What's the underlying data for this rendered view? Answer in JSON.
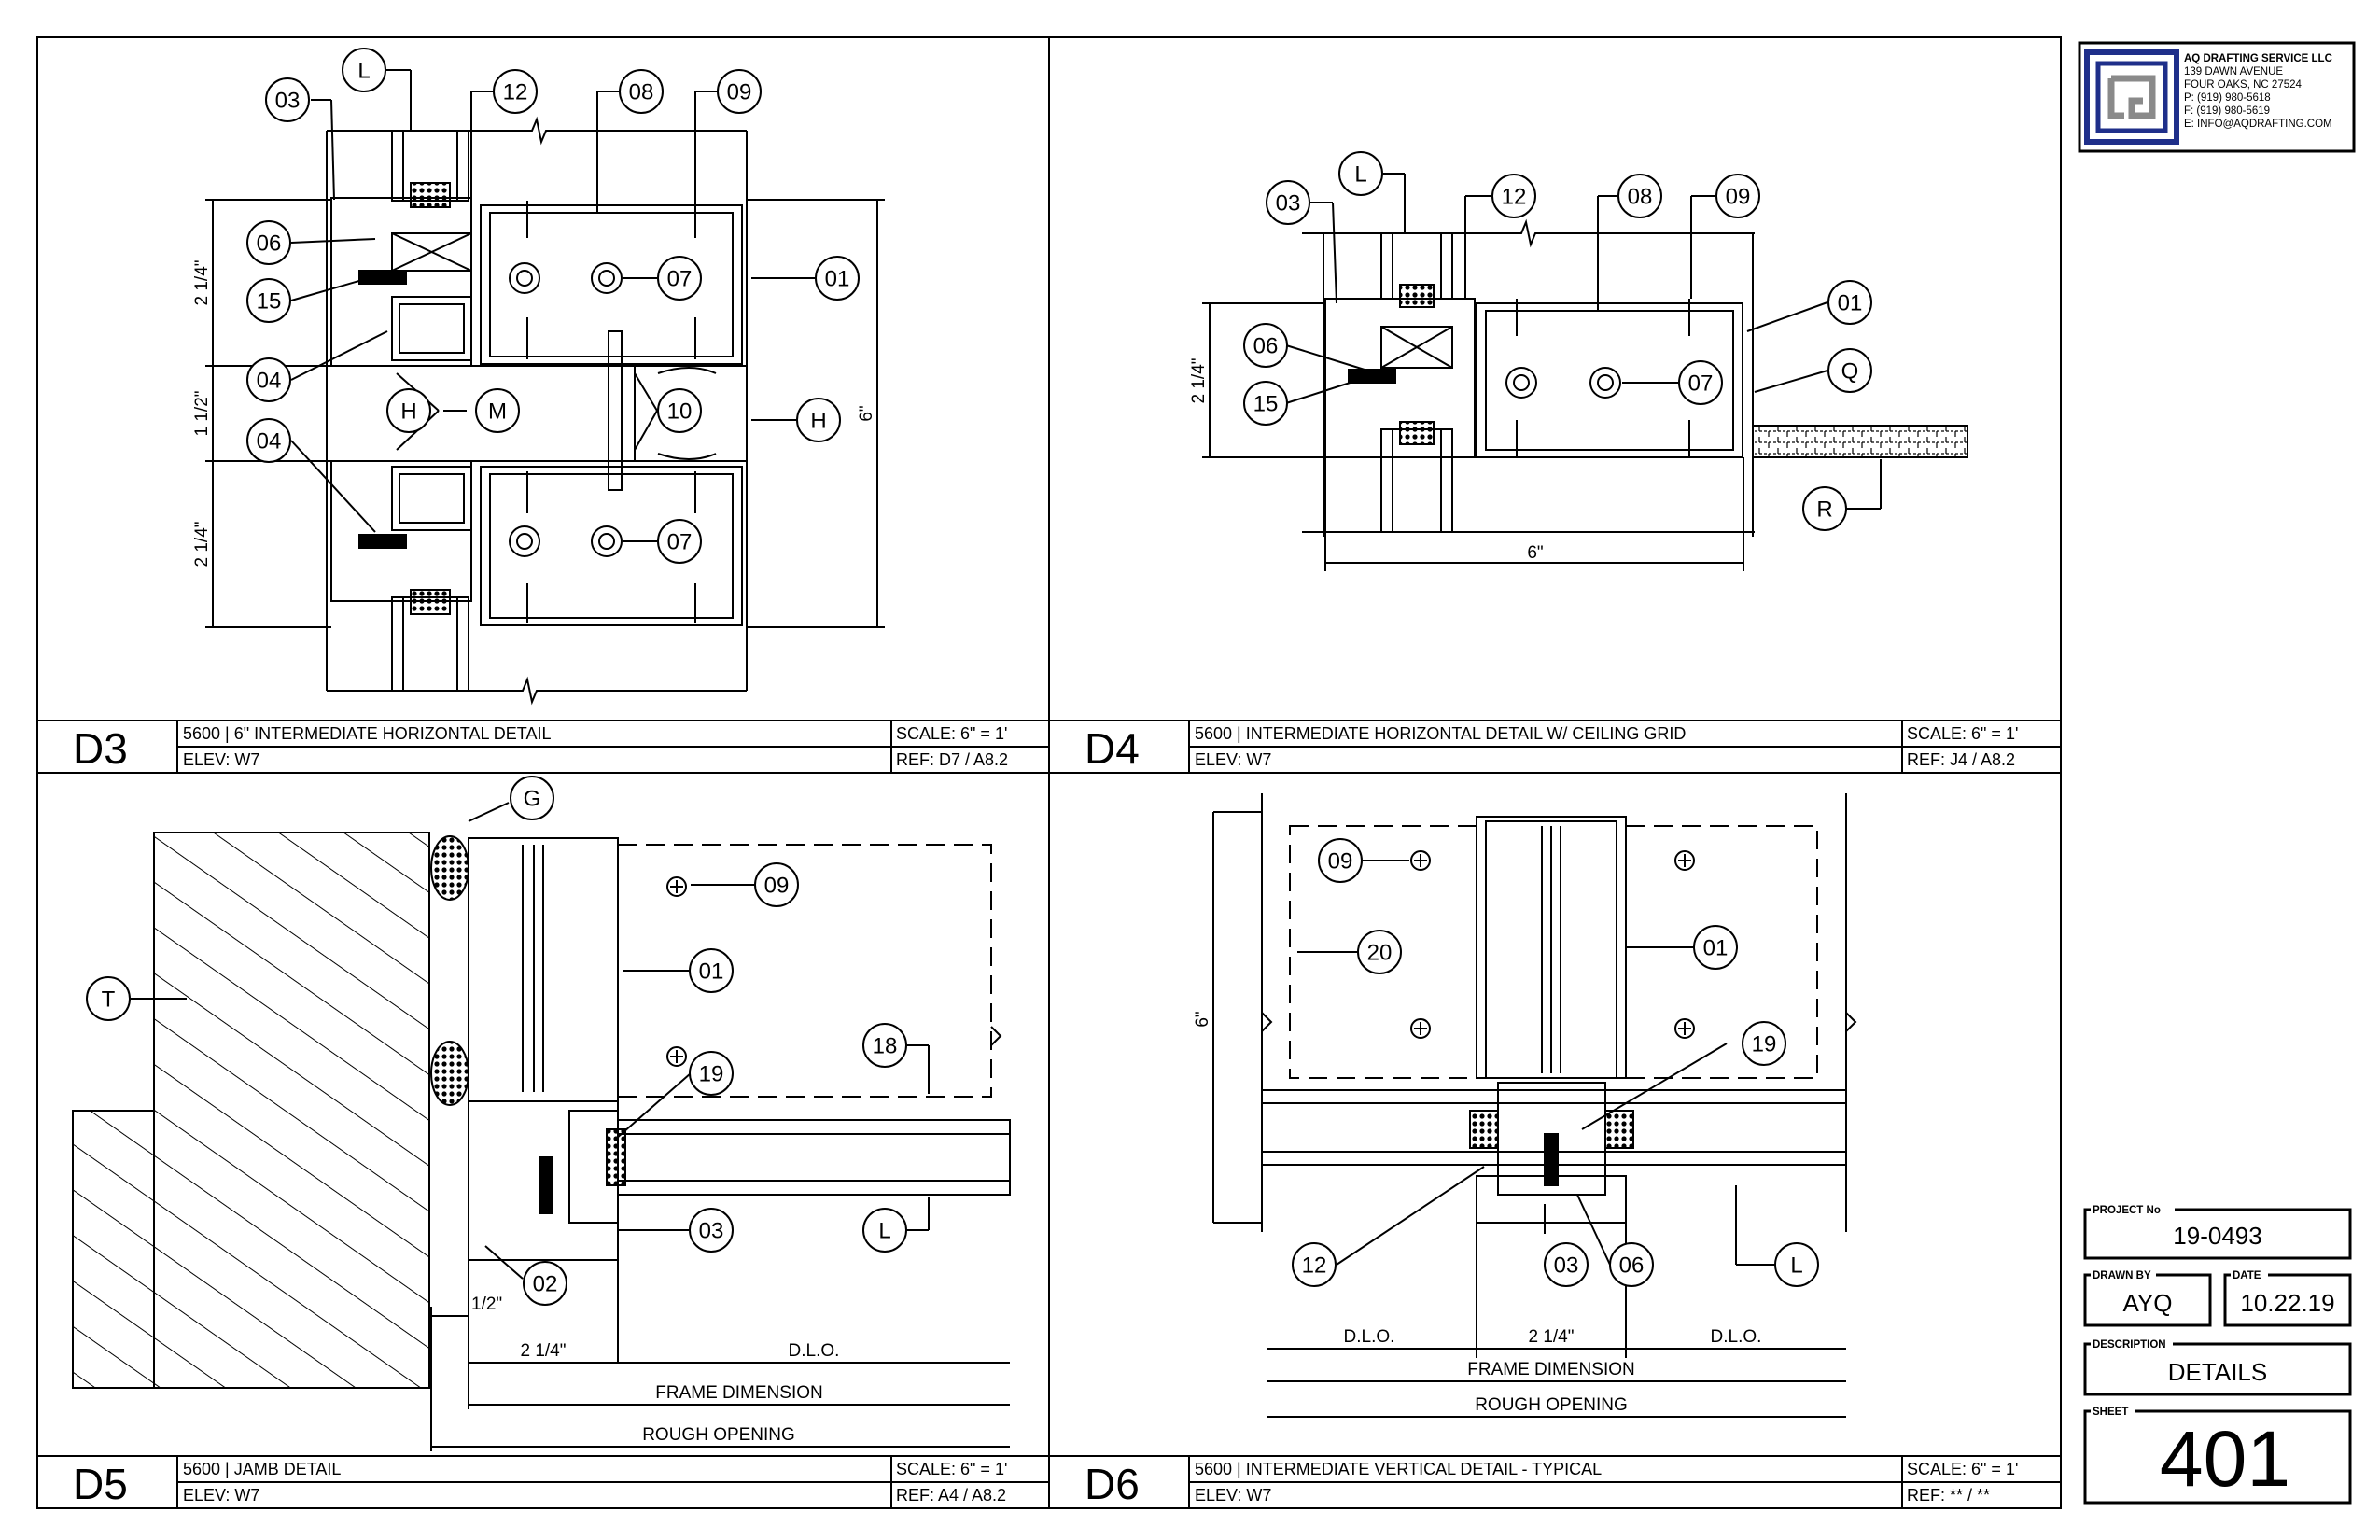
{
  "company": {
    "name": "AQ DRAFTING SERVICE LLC",
    "address1": "139 DAWN AVENUE",
    "address2": "FOUR OAKS, NC  27524",
    "phone": "P: (919) 980-5618",
    "fax": "F: (919) 980-5619",
    "email": "E: INFO@AQDRAFTING.COM"
  },
  "title_block": {
    "project_label": "PROJECT No",
    "project_no": "19-0493",
    "drawn_label": "DRAWN BY",
    "drawn_by": "AYQ",
    "date_label": "DATE",
    "date": "10.22.19",
    "description_label": "DESCRIPTION",
    "description": "DETAILS",
    "sheet_label": "SHEET",
    "sheet": "401"
  },
  "details": {
    "d3": {
      "id": "D3",
      "title": "5600  |  6\" INTERMEDIATE HORIZONTAL DETAIL",
      "elev": "ELEV: W7",
      "scale": "SCALE: 6\" = 1'",
      "ref": "REF: D7 / A8.2",
      "callouts": {
        "c03": "03",
        "cL": "L",
        "c12": "12",
        "c08": "08",
        "c09": "09",
        "c06": "06",
        "c15": "15",
        "c07a": "07",
        "c01": "01",
        "c04a": "04",
        "cH1": "H",
        "cM": "M",
        "c10": "10",
        "cH2": "H",
        "c04b": "04",
        "c07b": "07"
      },
      "dims": {
        "top": "2 1/4\"",
        "mid": "1 1/2\"",
        "bot": "2 1/4\"",
        "overall": "6\""
      }
    },
    "d4": {
      "id": "D4",
      "title": "5600  |  INTERMEDIATE HORIZONTAL DETAIL W/ CEILING GRID",
      "elev": "ELEV: W7",
      "scale": "SCALE: 6\" = 1'",
      "ref": "REF: J4 / A8.2",
      "callouts": {
        "cL": "L",
        "c03": "03",
        "c12": "12",
        "c08": "08",
        "c09": "09",
        "c01": "01",
        "cQ": "Q",
        "c06": "06",
        "c07": "07",
        "c15": "15",
        "cR": "R"
      },
      "dims": {
        "left": "2 1/4\"",
        "bottom": "6\""
      }
    },
    "d5": {
      "id": "D5",
      "title": "5600  |  JAMB DETAIL",
      "elev": "ELEV: W7",
      "scale": "SCALE: 6\" = 1'",
      "ref": "REF: A4 / A8.2",
      "callouts": {
        "cG": "G",
        "cT": "T",
        "c09": "09",
        "c01": "01",
        "c18": "18",
        "c19": "19",
        "c03": "03",
        "cL": "L",
        "c02": "02"
      },
      "dims": {
        "gap": "1/2\"",
        "frame": "2 1/4\"",
        "dlo": "D.L.O.",
        "frame_dim": "FRAME DIMENSION",
        "rough": "ROUGH OPENING"
      }
    },
    "d6": {
      "id": "D6",
      "title": "5600  |  INTERMEDIATE VERTICAL DETAIL - TYPICAL",
      "elev": "ELEV: W7",
      "scale": "SCALE: 6\" = 1'",
      "ref": "REF: ** / **",
      "callouts": {
        "c09": "09",
        "c20": "20",
        "c01": "01",
        "c19": "19",
        "c12": "12",
        "c03": "03",
        "c06": "06",
        "cL": "L"
      },
      "dims": {
        "height": "6\"",
        "dlo_left": "D.L.O.",
        "mull": "2 1/4\"",
        "dlo_right": "D.L.O.",
        "frame_dim": "FRAME DIMENSION",
        "rough": "ROUGH OPENING"
      }
    }
  },
  "colors": {
    "line": "#000000",
    "logo_blue": "#1f2f8a",
    "logo_gray": "#8a8a8a"
  }
}
